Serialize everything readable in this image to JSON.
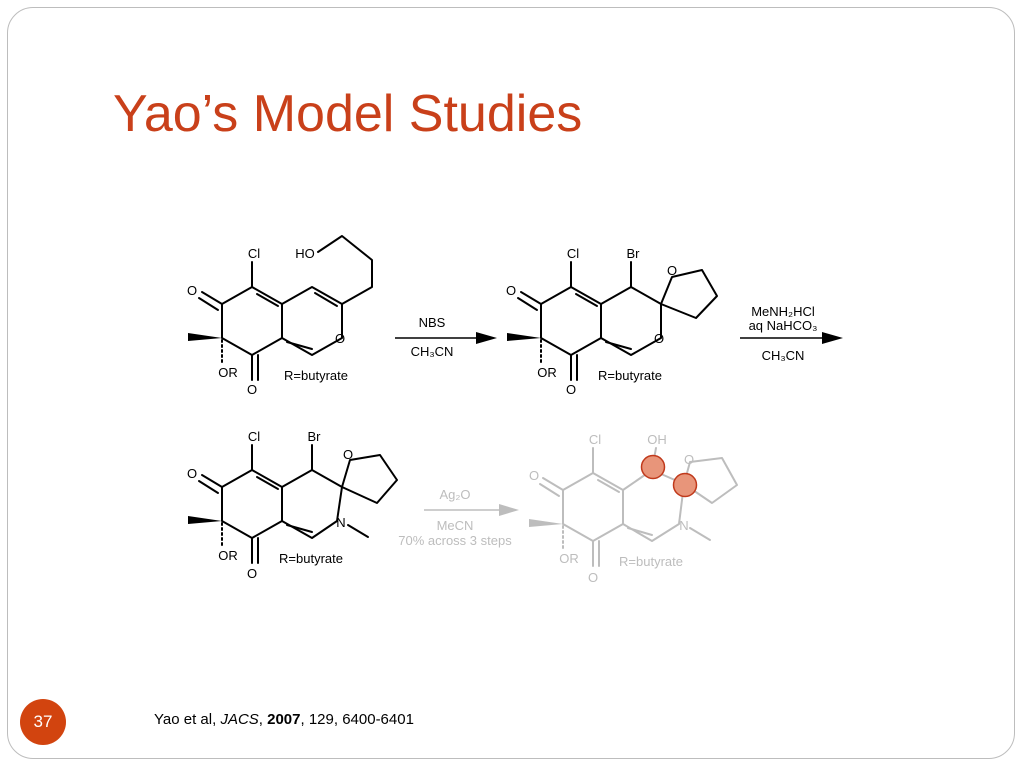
{
  "slide": {
    "title": "Yao’s Model Studies",
    "number": "37",
    "citation": {
      "authors": "Yao et al, ",
      "journal": "JACS",
      "sep1": ", ",
      "year": "2007",
      "rest": ", 129, 6400-6401"
    }
  },
  "labels": {
    "cl": "Cl",
    "br": "Br",
    "ho": "HO",
    "oh": "OH",
    "o": "O",
    "n": "N",
    "or": "OR",
    "r_butyrate": "R=butyrate"
  },
  "arrows": {
    "step1": {
      "reagent": "NBS",
      "solvent": "CH₃CN"
    },
    "step2": {
      "reagent": "MeNH₂HCl",
      "base": "aq NaHCO₃",
      "solvent": "CH₃CN"
    },
    "step3": {
      "reagent": "Ag₂O",
      "solvent": "MeCN",
      "yield": "70% across 3 steps"
    }
  },
  "colors": {
    "title": "#c9401a",
    "badge": "#d2440f",
    "faded": "#bdbdbd",
    "highlight_fill": "#e8957a",
    "highlight_stroke": "#c0391b"
  }
}
